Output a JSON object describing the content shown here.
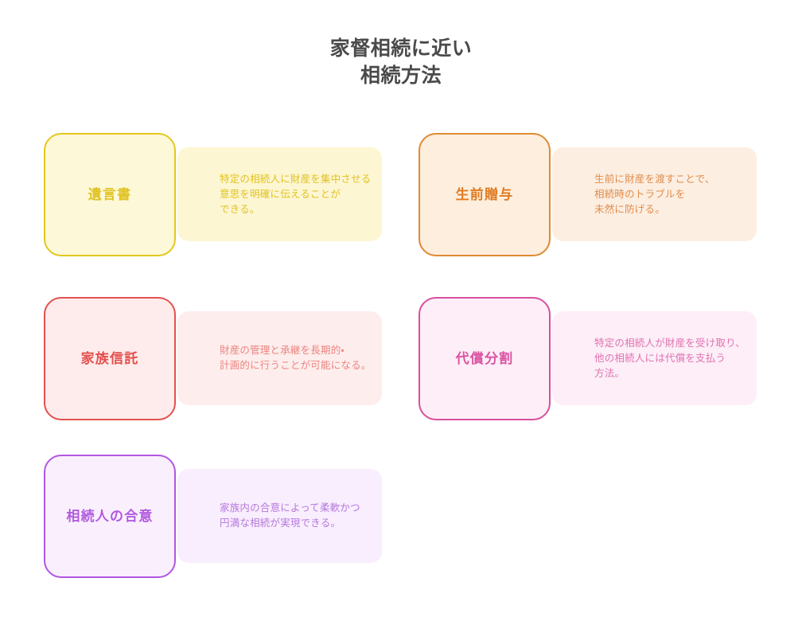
{
  "title": "家督相続に近い\n相続方法",
  "title_color": "#4a4a4a",
  "cards": [
    {
      "label": "遺言書",
      "description": "特定の相続人に財産を集中させる\n意思を明確に伝えることが\nできる。",
      "border_color": "#e3c71f",
      "box_fill": "#fdf8d8",
      "panel_fill": "#fdf6d2",
      "label_color": "#e0c323",
      "desc_color": "#e0c323"
    },
    {
      "label": "生前贈与",
      "description": "生前に財産を渡すことで、\n相続時のトラブルを\n未然に防げる。",
      "border_color": "#e08a33",
      "box_fill": "#fdeedd",
      "panel_fill": "#fceee1",
      "label_color": "#e07b22",
      "desc_color": "#e08c4a"
    },
    {
      "label": "家族信託",
      "description": "財産の管理と承継を長期的・\n計画的に行うことが可能になる。",
      "border_color": "#e2524f",
      "box_fill": "#fdeceb",
      "panel_fill": "#fdeeed",
      "label_color": "#e3504d",
      "desc_color": "#ec8480"
    },
    {
      "label": "代償分割",
      "description": "特定の相続人が財産を受け取り、\n他の相続人には代償を支払う\n方法。",
      "border_color": "#d8509f",
      "box_fill": "#fdeef7",
      "panel_fill": "#fdeef7",
      "label_color": "#db55a3",
      "desc_color": "#e172b2"
    },
    {
      "label": "相続人の合意",
      "description": "家族内の合意によって柔軟かつ\n円満な相続が実現できる。",
      "border_color": "#b056e2",
      "box_fill": "#faf0fd",
      "panel_fill": "#f8eefd",
      "label_color": "#b25ae0",
      "desc_color": "#b678de"
    }
  ],
  "layout": {
    "columns": [
      55,
      526
    ],
    "rows": [
      167,
      373,
      571
    ]
  }
}
